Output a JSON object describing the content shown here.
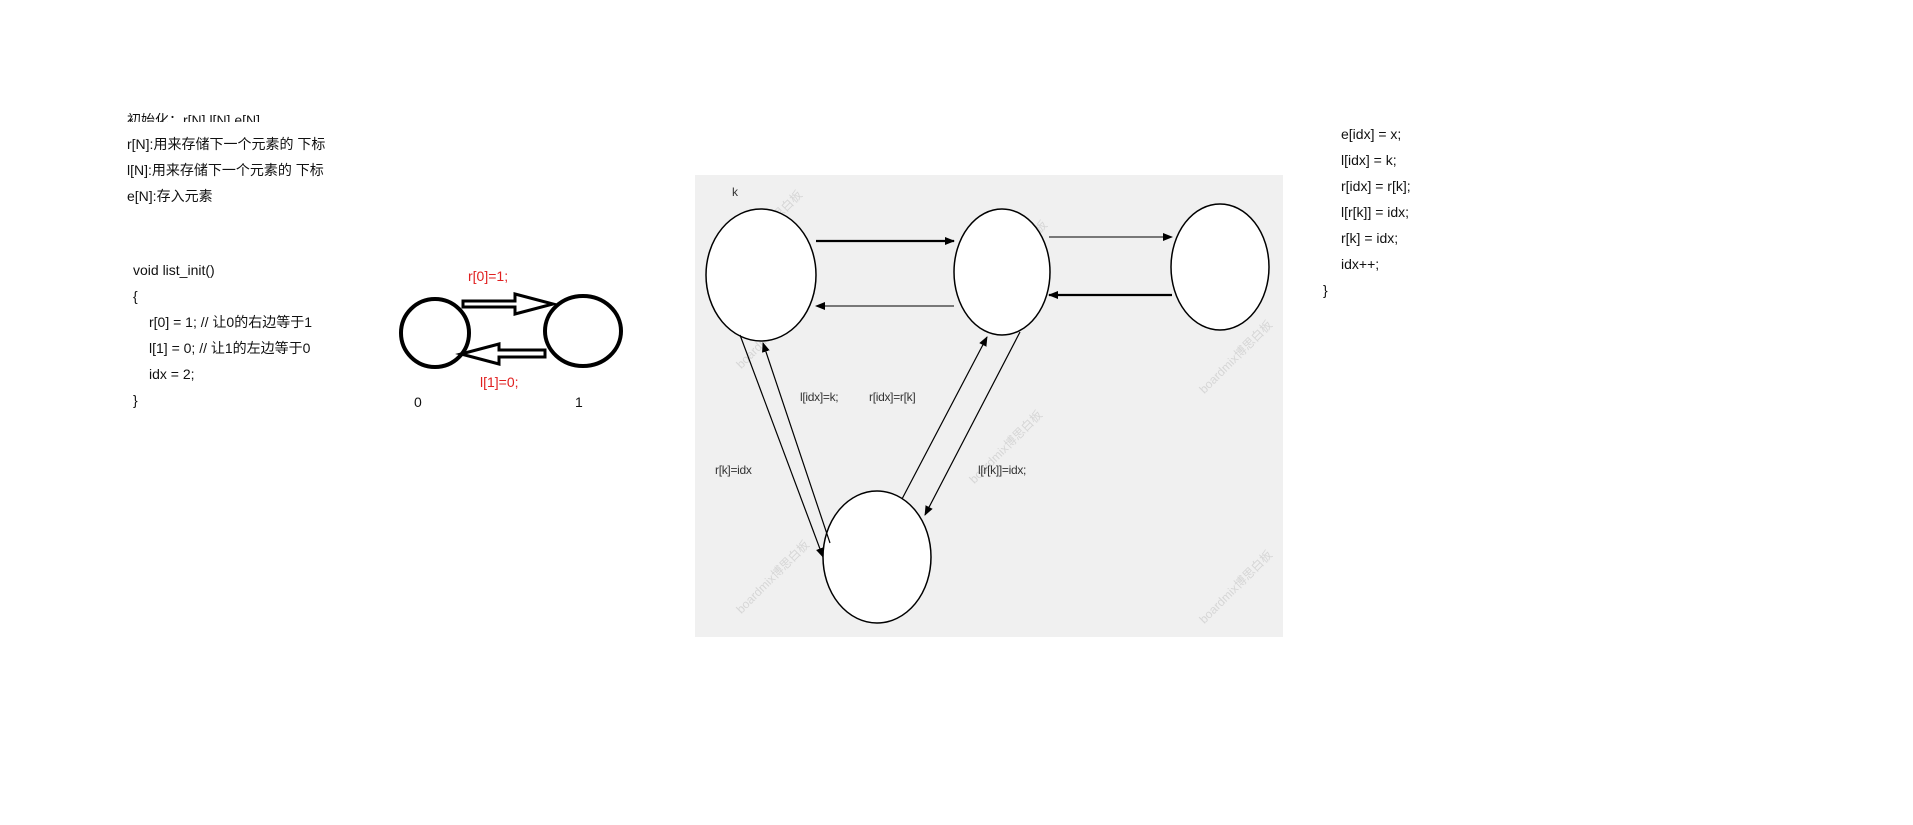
{
  "notes": {
    "line1": "初始化：r[N],l[N],e[N]",
    "line2": "r[N]:用来存储下一个元素的 下标",
    "line3": "l[N]:用来存储下一个元素的 下标",
    "line4": "e[N]:存入元素"
  },
  "init_code": {
    "signature": "void list_init()",
    "open_brace": "{",
    "line1": "r[0] = 1; // 让0的右边等于1",
    "line2": "l[1] = 0; // 让1的左边等于0",
    "line3": "idx = 2;",
    "close_brace": "}"
  },
  "init_diagram": {
    "r_label": "r[0]=1;",
    "l_label": "l[1]=0;",
    "node0": "0",
    "node1": "1",
    "label_color": "#e02020"
  },
  "insert_diagram": {
    "k_label": "k",
    "l_idx_label": "l[idx]=k;",
    "r_idx_label": "r[idx]=r[k]",
    "rk_label": "r[k]=idx",
    "lrk_label": "l[r[k]]=idx;",
    "watermark": "boardmix博思白板",
    "background": "#f0f0f0"
  },
  "insert_code": {
    "line1": "e[idx] = x;",
    "line2": "l[idx] = k;",
    "line3": "r[idx] = r[k];",
    "line4": "l[r[k]] = idx;",
    "line5": "r[k] = idx;",
    "line6": "idx++;",
    "close_brace": "}"
  }
}
